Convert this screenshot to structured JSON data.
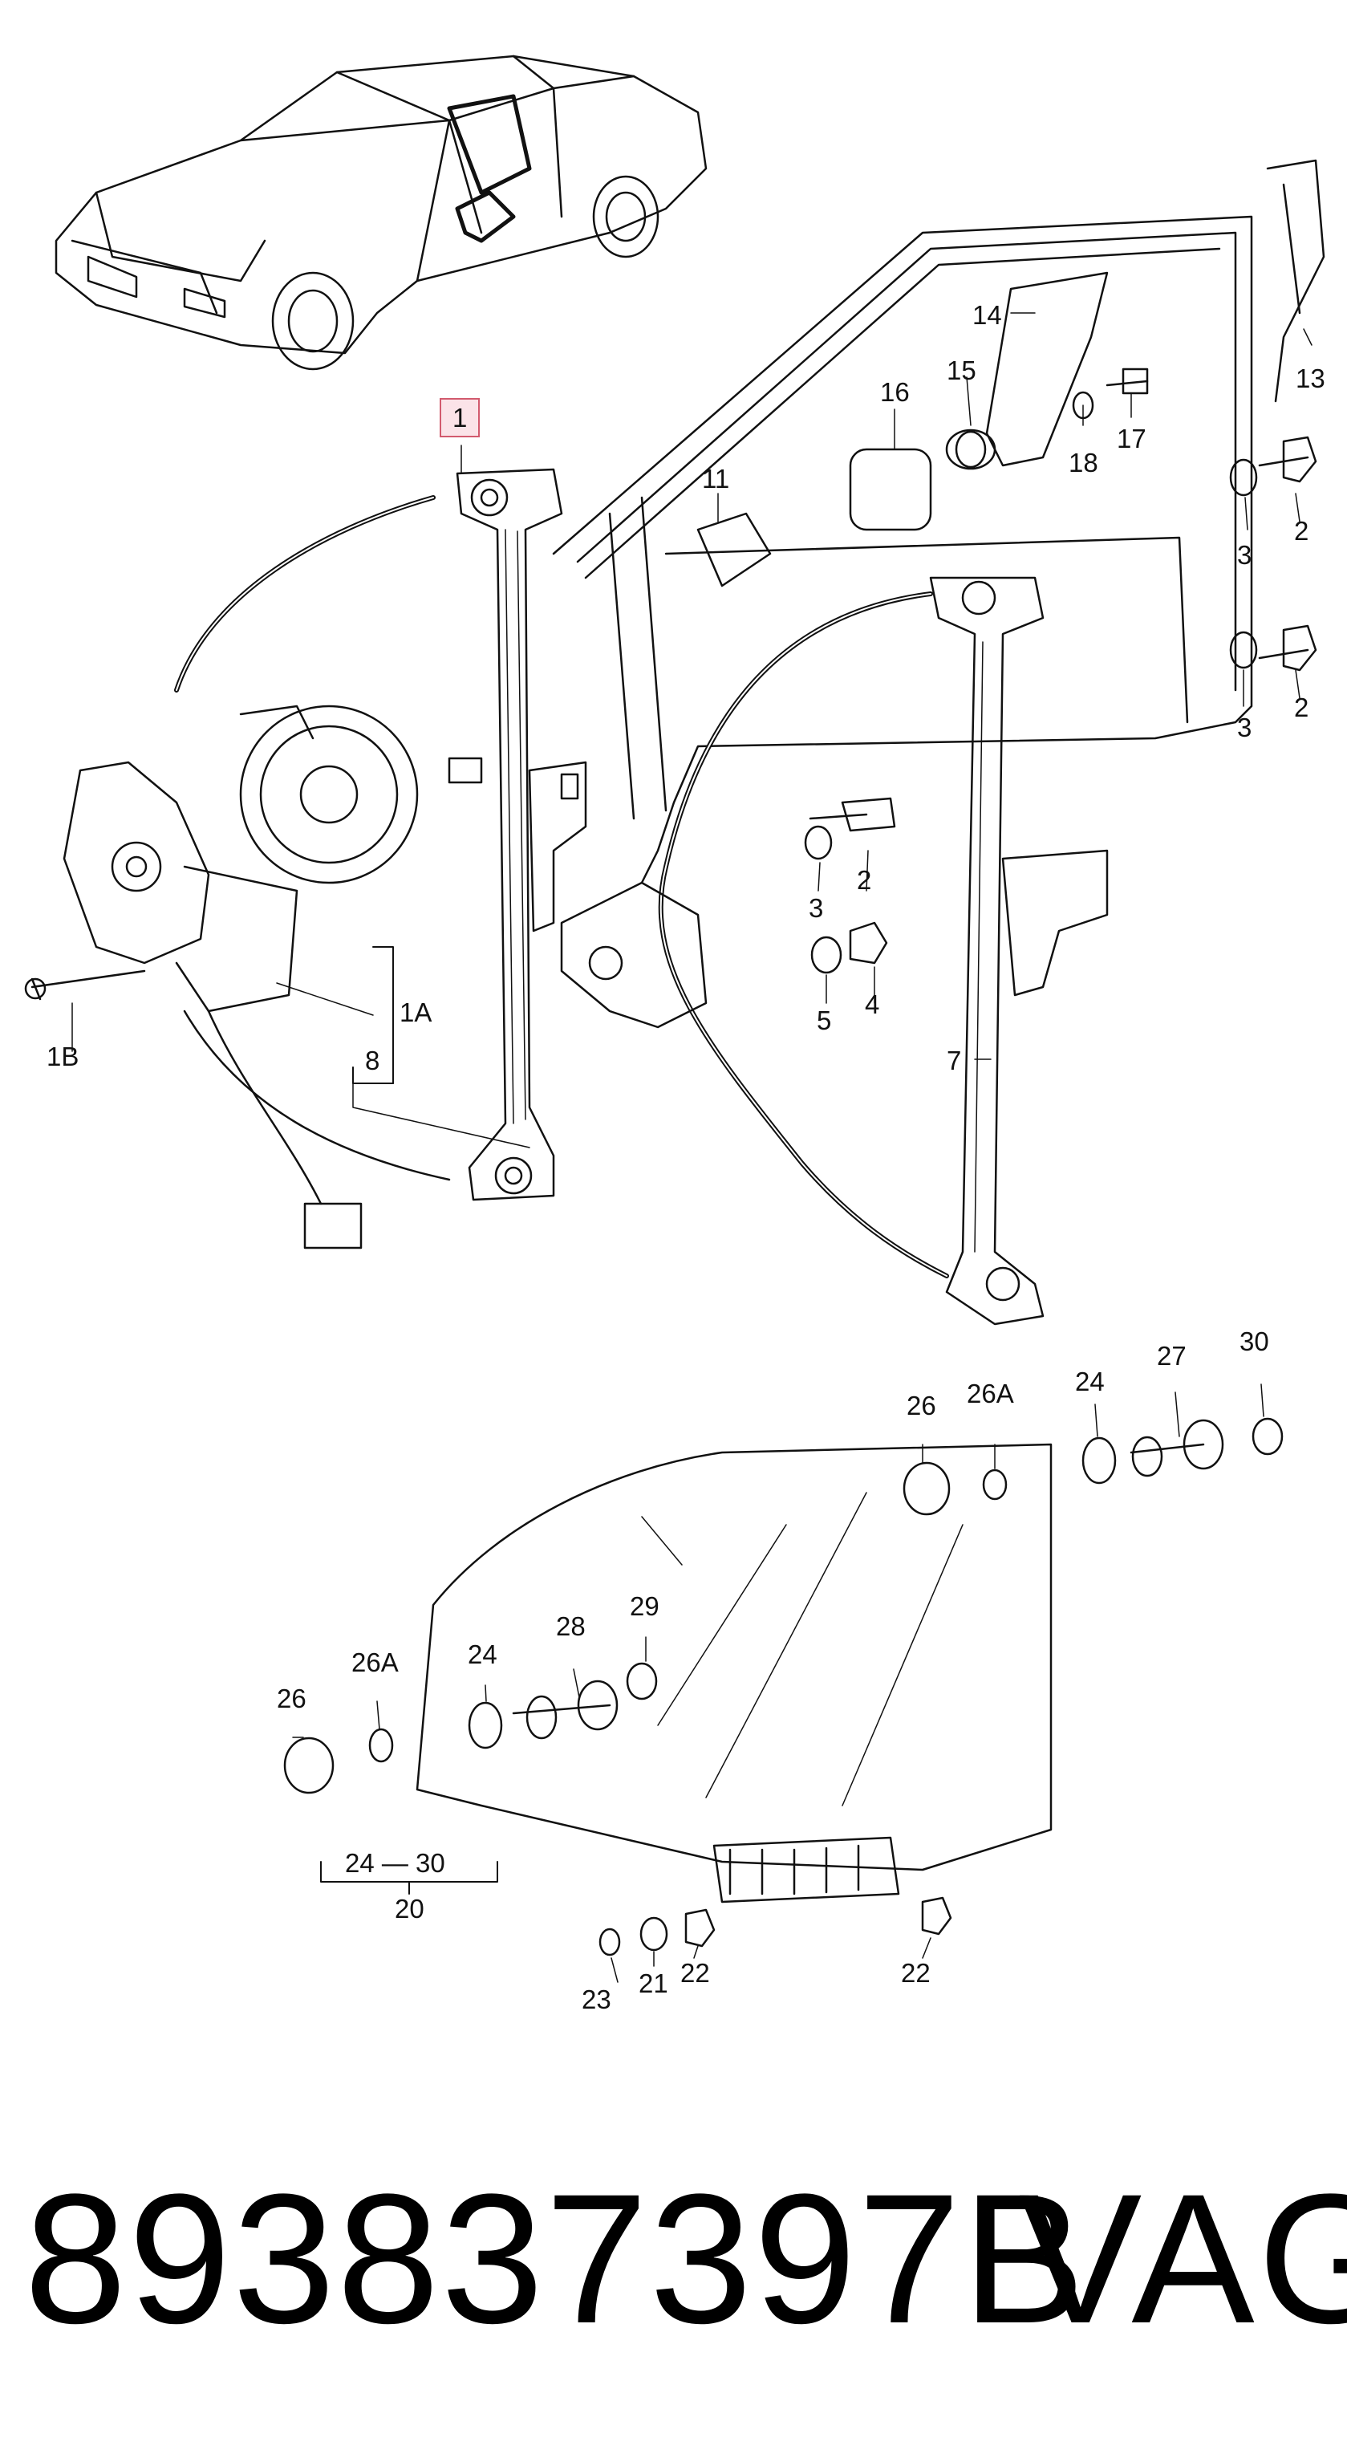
{
  "callouts": [
    {
      "key": "1",
      "text": "1",
      "highlight": true
    },
    {
      "key": "1A",
      "text": "1A"
    },
    {
      "key": "1B",
      "text": "1B"
    },
    {
      "key": "2a",
      "text": "2"
    },
    {
      "key": "2b",
      "text": "2"
    },
    {
      "key": "2c",
      "text": "2"
    },
    {
      "key": "3a",
      "text": "3"
    },
    {
      "key": "3b",
      "text": "3"
    },
    {
      "key": "3c",
      "text": "3"
    },
    {
      "key": "4",
      "text": "4"
    },
    {
      "key": "5",
      "text": "5"
    },
    {
      "key": "7",
      "text": "7"
    },
    {
      "key": "8",
      "text": "8"
    },
    {
      "key": "11",
      "text": "11"
    },
    {
      "key": "13",
      "text": "13"
    },
    {
      "key": "14",
      "text": "14"
    },
    {
      "key": "15",
      "text": "15"
    },
    {
      "key": "16",
      "text": "16"
    },
    {
      "key": "17",
      "text": "17"
    },
    {
      "key": "18",
      "text": "18"
    },
    {
      "key": "20",
      "text": "20"
    },
    {
      "key": "21",
      "text": "21"
    },
    {
      "key": "22a",
      "text": "22"
    },
    {
      "key": "22b",
      "text": "22"
    },
    {
      "key": "23",
      "text": "23"
    },
    {
      "key": "24a",
      "text": "24"
    },
    {
      "key": "24b",
      "text": "24"
    },
    {
      "key": "24-30",
      "text": "24 — 30"
    },
    {
      "key": "26a",
      "text": "26"
    },
    {
      "key": "26b",
      "text": "26"
    },
    {
      "key": "26Aa",
      "text": "26A"
    },
    {
      "key": "26Ab",
      "text": "26A"
    },
    {
      "key": "27",
      "text": "27"
    },
    {
      "key": "28",
      "text": "28"
    },
    {
      "key": "29",
      "text": "29"
    },
    {
      "key": "30",
      "text": "30"
    }
  ],
  "footer": {
    "part_number": "893837397B",
    "brand": "VAG"
  }
}
